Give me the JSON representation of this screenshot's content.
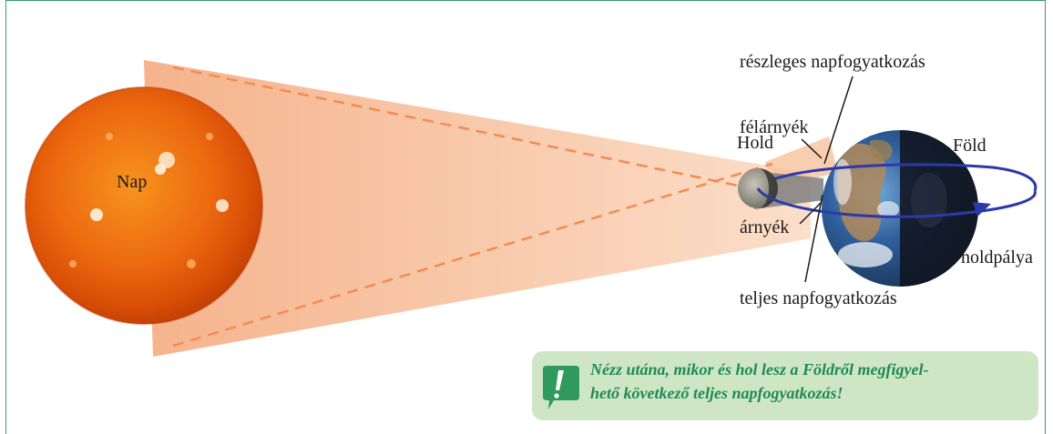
{
  "labels": {
    "sun": "Nap",
    "moon": "Hold",
    "earth": "Föld",
    "penumbra": "félárnyék",
    "umbra": "árnyék",
    "partial_eclipse": "részleges napfogyatkozás",
    "total_eclipse": "teljes napfogyatkozás",
    "lunar_orbit": "holdpálya"
  },
  "tip": {
    "line1": "Nézz utána, mikor és hol lesz a Földről megfigyel-",
    "line2": "hető következő teljes napfogyatkozás!",
    "icon": "exclamation-icon"
  },
  "colors": {
    "frame": "#3a9a6a",
    "tip_background": "#cfe6c6",
    "tip_text": "#1f8a55",
    "orbit": "#2b3aa8",
    "sun": "#e8620c",
    "light_cone": "#f6b48a"
  }
}
